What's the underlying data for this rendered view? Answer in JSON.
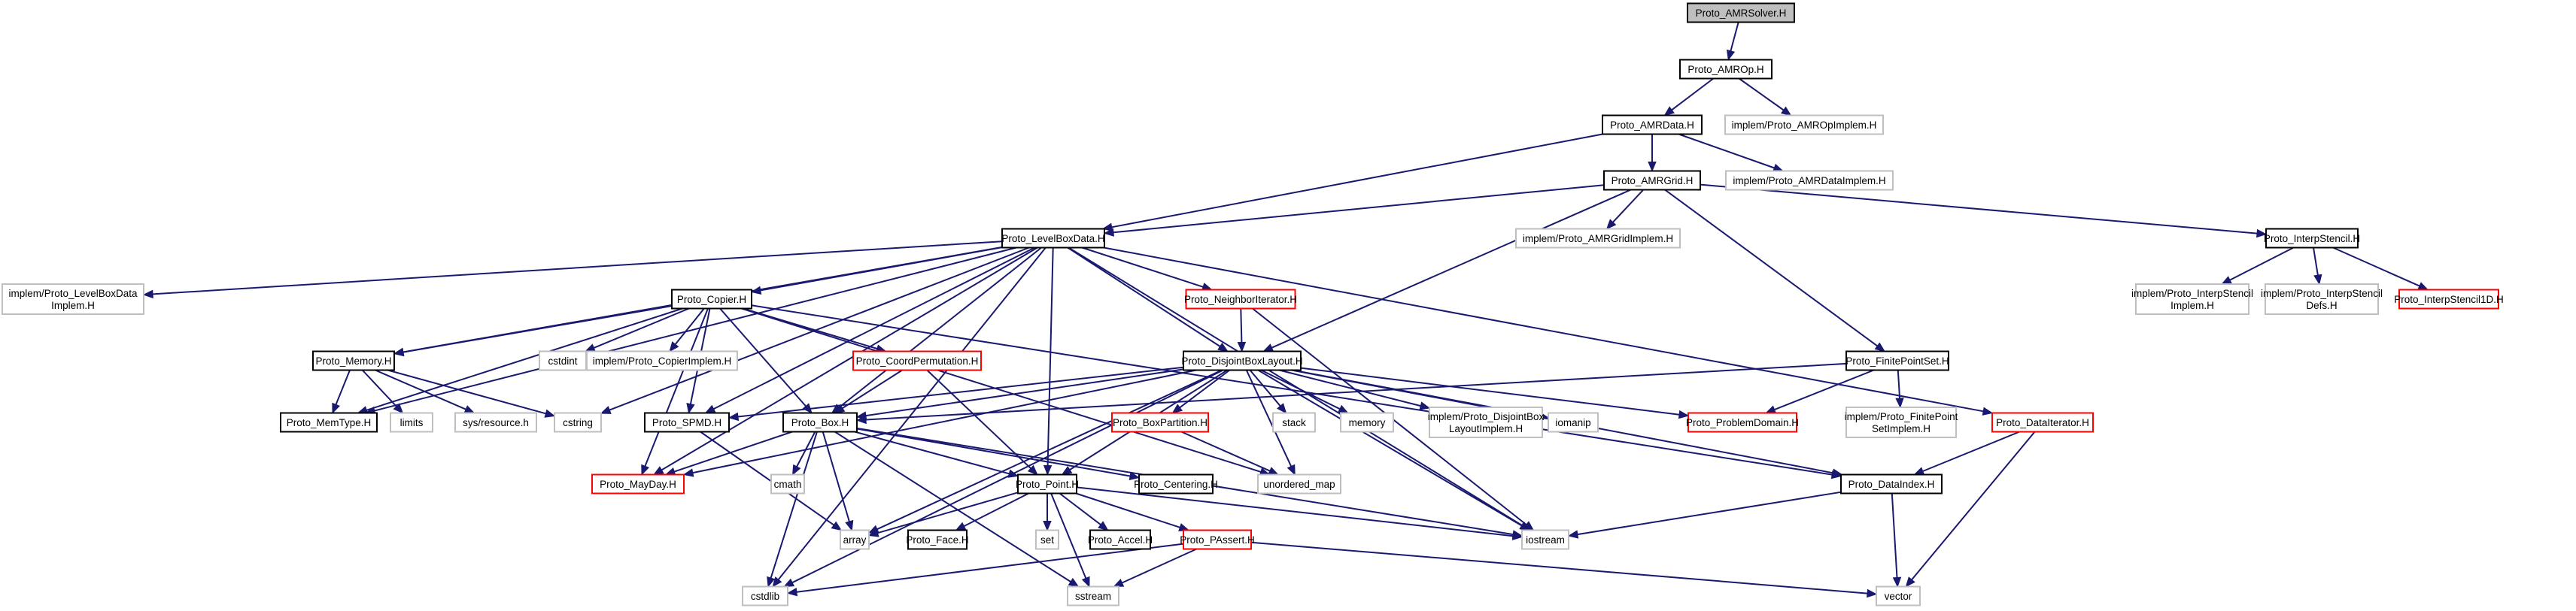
{
  "title": "Proto_AMRSolver.H include dependency graph",
  "colors": {
    "edge": "#191970",
    "root_fill": "#bfbfbf",
    "documented_border": "#000000",
    "undocumented_border": "#ff0000",
    "external_border": "#bfbfbf"
  },
  "nodes": [
    {
      "id": "amrsolver",
      "label": "Proto_AMRSolver.H",
      "kind": "root"
    },
    {
      "id": "amrop",
      "label": "Proto_AMROp.H",
      "kind": "doc"
    },
    {
      "id": "amrdata",
      "label": "Proto_AMRData.H",
      "kind": "doc"
    },
    {
      "id": "amropimplem",
      "label": "implem/Proto_AMROpImplem.H",
      "kind": "ext"
    },
    {
      "id": "amrgrid",
      "label": "Proto_AMRGrid.H",
      "kind": "doc"
    },
    {
      "id": "amrdataimplem",
      "label": "implem/Proto_AMRDataImplem.H",
      "kind": "ext"
    },
    {
      "id": "levelboxdata",
      "label": "Proto_LevelBoxData.H",
      "kind": "doc"
    },
    {
      "id": "amrgridimplem",
      "label": "implem/Proto_AMRGridImplem.H",
      "kind": "ext"
    },
    {
      "id": "interpstencil",
      "label": "Proto_InterpStencil.H",
      "kind": "doc"
    },
    {
      "id": "lbdimplem",
      "label": "implem/Proto_LevelBoxData\nImplem.H",
      "kind": "ext"
    },
    {
      "id": "copier",
      "label": "Proto_Copier.H",
      "kind": "doc"
    },
    {
      "id": "neighboriter",
      "label": "Proto_NeighborIterator.H",
      "kind": "red"
    },
    {
      "id": "isimplem",
      "label": "implem/Proto_InterpStencil\nImplem.H",
      "kind": "ext"
    },
    {
      "id": "isdefs",
      "label": "implem/Proto_InterpStencil\nDefs.H",
      "kind": "ext"
    },
    {
      "id": "is1d",
      "label": "Proto_InterpStencil1D.H",
      "kind": "red"
    },
    {
      "id": "memory_h",
      "label": "Proto_Memory.H",
      "kind": "doc"
    },
    {
      "id": "cstdint",
      "label": "cstdint",
      "kind": "ext"
    },
    {
      "id": "copierimplem",
      "label": "implem/Proto_CopierImplem.H",
      "kind": "ext"
    },
    {
      "id": "coordperm",
      "label": "Proto_CoordPermutation.H",
      "kind": "red"
    },
    {
      "id": "dbl",
      "label": "Proto_DisjointBoxLayout.H",
      "kind": "doc"
    },
    {
      "id": "fps",
      "label": "Proto_FinitePointSet.H",
      "kind": "doc"
    },
    {
      "id": "memtype",
      "label": "Proto_MemType.H",
      "kind": "doc"
    },
    {
      "id": "limits",
      "label": "limits",
      "kind": "ext"
    },
    {
      "id": "sysresource",
      "label": "sys/resource.h",
      "kind": "ext"
    },
    {
      "id": "cstring",
      "label": "cstring",
      "kind": "ext"
    },
    {
      "id": "spmd",
      "label": "Proto_SPMD.H",
      "kind": "doc"
    },
    {
      "id": "box",
      "label": "Proto_Box.H",
      "kind": "doc"
    },
    {
      "id": "boxpartition",
      "label": "Proto_BoxPartition.H",
      "kind": "red"
    },
    {
      "id": "stack",
      "label": "stack",
      "kind": "ext"
    },
    {
      "id": "memory",
      "label": "memory",
      "kind": "ext"
    },
    {
      "id": "dblimplem",
      "label": "implem/Proto_DisjointBox\nLayoutImplem.H",
      "kind": "ext"
    },
    {
      "id": "iomanip",
      "label": "iomanip",
      "kind": "ext"
    },
    {
      "id": "problemdomain",
      "label": "Proto_ProblemDomain.H",
      "kind": "red"
    },
    {
      "id": "fpsimplem",
      "label": "implem/Proto_FinitePoint\nSetImplem.H",
      "kind": "ext"
    },
    {
      "id": "dataiter",
      "label": "Proto_DataIterator.H",
      "kind": "red"
    },
    {
      "id": "mayday",
      "label": "Proto_MayDay.H",
      "kind": "red"
    },
    {
      "id": "cmath",
      "label": "cmath",
      "kind": "ext"
    },
    {
      "id": "point",
      "label": "Proto_Point.H",
      "kind": "doc"
    },
    {
      "id": "centering",
      "label": "Proto_Centering.H",
      "kind": "doc"
    },
    {
      "id": "unorderedmap",
      "label": "unordered_map",
      "kind": "ext"
    },
    {
      "id": "dataindex",
      "label": "Proto_DataIndex.H",
      "kind": "doc"
    },
    {
      "id": "array",
      "label": "array",
      "kind": "ext"
    },
    {
      "id": "face",
      "label": "Proto_Face.H",
      "kind": "doc"
    },
    {
      "id": "set",
      "label": "set",
      "kind": "ext"
    },
    {
      "id": "accel",
      "label": "Proto_Accel.H",
      "kind": "doc"
    },
    {
      "id": "passert",
      "label": "Proto_PAssert.H",
      "kind": "red"
    },
    {
      "id": "iostream",
      "label": "iostream",
      "kind": "ext"
    },
    {
      "id": "cstdlib",
      "label": "cstdlib",
      "kind": "ext"
    },
    {
      "id": "sstream",
      "label": "sstream",
      "kind": "ext"
    },
    {
      "id": "vector",
      "label": "vector",
      "kind": "ext"
    }
  ],
  "edges": [
    [
      "amrsolver",
      "amrop"
    ],
    [
      "amrop",
      "amrdata"
    ],
    [
      "amrop",
      "amropimplem"
    ],
    [
      "amrdata",
      "amrgrid"
    ],
    [
      "amrdata",
      "amrdataimplem"
    ],
    [
      "amrdata",
      "levelboxdata"
    ],
    [
      "amrgrid",
      "levelboxdata"
    ],
    [
      "amrgrid",
      "amrgridimplem"
    ],
    [
      "amrgrid",
      "interpstencil"
    ],
    [
      "amrgrid",
      "dbl"
    ],
    [
      "amrgrid",
      "fps"
    ],
    [
      "interpstencil",
      "isimplem"
    ],
    [
      "interpstencil",
      "isdefs"
    ],
    [
      "interpstencil",
      "is1d"
    ],
    [
      "levelboxdata",
      "lbdimplem"
    ],
    [
      "levelboxdata",
      "copier"
    ],
    [
      "levelboxdata",
      "neighboriter"
    ],
    [
      "levelboxdata",
      "dbl"
    ],
    [
      "levelboxdata",
      "memory_h"
    ],
    [
      "levelboxdata",
      "memtype"
    ],
    [
      "levelboxdata",
      "mayday"
    ],
    [
      "levelboxdata",
      "cstring"
    ],
    [
      "levelboxdata",
      "spmd"
    ],
    [
      "levelboxdata",
      "box"
    ],
    [
      "levelboxdata",
      "point"
    ],
    [
      "levelboxdata",
      "cstdlib"
    ],
    [
      "levelboxdata",
      "dataiter"
    ],
    [
      "levelboxdata",
      "iostream"
    ],
    [
      "copier",
      "memory_h"
    ],
    [
      "copier",
      "cstdint"
    ],
    [
      "copier",
      "copierimplem"
    ],
    [
      "copier",
      "coordperm"
    ],
    [
      "copier",
      "box"
    ],
    [
      "copier",
      "spmd"
    ],
    [
      "copier",
      "memtype"
    ],
    [
      "copier",
      "mayday"
    ],
    [
      "copier",
      "dataindex"
    ],
    [
      "copier",
      "unorderedmap"
    ],
    [
      "neighboriter",
      "dbl"
    ],
    [
      "neighboriter",
      "iostream"
    ],
    [
      "memory_h",
      "memtype"
    ],
    [
      "memory_h",
      "limits"
    ],
    [
      "memory_h",
      "sysresource"
    ],
    [
      "memory_h",
      "cstring"
    ],
    [
      "coordperm",
      "box"
    ],
    [
      "coordperm",
      "point"
    ],
    [
      "dbl",
      "box"
    ],
    [
      "dbl",
      "spmd"
    ],
    [
      "dbl",
      "boxpartition"
    ],
    [
      "dbl",
      "stack"
    ],
    [
      "dbl",
      "memory"
    ],
    [
      "dbl",
      "dblimplem"
    ],
    [
      "dbl",
      "iomanip"
    ],
    [
      "dbl",
      "problemdomain"
    ],
    [
      "dbl",
      "dataindex"
    ],
    [
      "dbl",
      "mayday"
    ],
    [
      "dbl",
      "point"
    ],
    [
      "dbl",
      "unorderedmap"
    ],
    [
      "dbl",
      "array"
    ],
    [
      "dbl",
      "cstdlib"
    ],
    [
      "dbl",
      "iostream"
    ],
    [
      "fps",
      "problemdomain"
    ],
    [
      "fps",
      "fpsimplem"
    ],
    [
      "fps",
      "box"
    ],
    [
      "dataiter",
      "dataindex"
    ],
    [
      "dataiter",
      "vector"
    ],
    [
      "spmd",
      "array"
    ],
    [
      "box",
      "mayday"
    ],
    [
      "box",
      "cmath"
    ],
    [
      "box",
      "point"
    ],
    [
      "box",
      "centering"
    ],
    [
      "box",
      "array"
    ],
    [
      "box",
      "cstdlib"
    ],
    [
      "box",
      "sstream"
    ],
    [
      "box",
      "iostream"
    ],
    [
      "boxpartition",
      "unorderedmap"
    ],
    [
      "point",
      "array"
    ],
    [
      "point",
      "face"
    ],
    [
      "point",
      "set"
    ],
    [
      "point",
      "accel"
    ],
    [
      "point",
      "passert"
    ],
    [
      "point",
      "sstream"
    ],
    [
      "point",
      "iostream"
    ],
    [
      "passert",
      "cstdlib"
    ],
    [
      "passert",
      "sstream"
    ],
    [
      "passert",
      "vector"
    ],
    [
      "dataindex",
      "iostream"
    ],
    [
      "dataindex",
      "vector"
    ]
  ]
}
